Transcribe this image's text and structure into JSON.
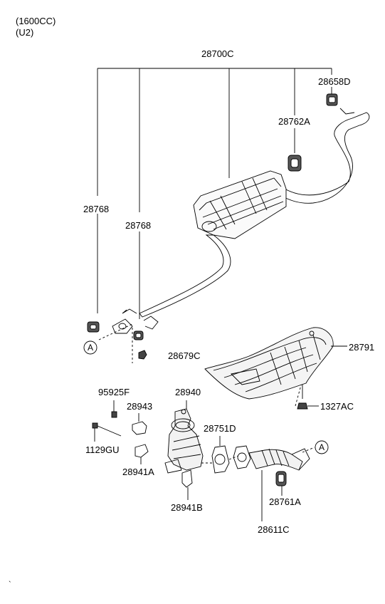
{
  "header": {
    "engine": "(1600CC)",
    "model": "(U2)"
  },
  "parts": {
    "assy_main": "28700C",
    "hanger_rear": "28658D",
    "hanger_mid": "28762A",
    "hanger_left_outer": "28768",
    "hanger_left_inner": "28768",
    "gasket_nut": "28679C",
    "heat_protector": "28791",
    "nut": "1327AC",
    "stud_bolt": "95925F",
    "bracket_small": "28943",
    "catalytic_converter": "28940",
    "gasket_front": "28751D",
    "bolt": "1129GU",
    "bracket_stay": "28941A",
    "bracket_lower": "28941B",
    "hanger_front": "28761A",
    "front_pipe": "28611C"
  },
  "callouts": {
    "ref_a_upper": "A",
    "ref_a_lower": "A"
  },
  "footer_mark": "`"
}
